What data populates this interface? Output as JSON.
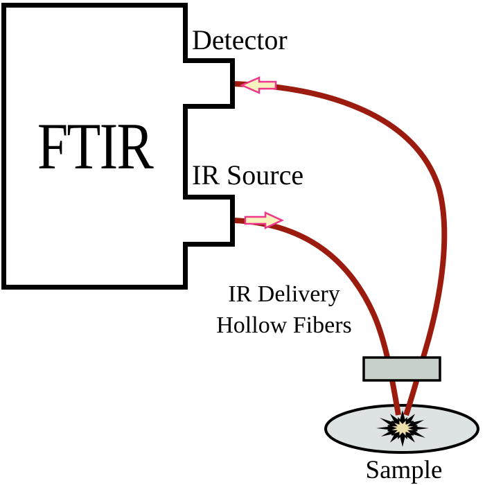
{
  "diagram": {
    "type": "schematic",
    "description_visible_only": "FTIR fiber-optic sampling schematic"
  },
  "labels": {
    "ftir": "FTIR",
    "detector": "Detector",
    "ir_source": "IR Source",
    "fiber_line1": "IR Delivery",
    "fiber_line2": "Hollow Fibers",
    "sample": "Sample"
  },
  "colors": {
    "outline": "#000000",
    "box_fill": "#ffffff",
    "fiber": "#9B1C0F",
    "arrow_fill": "#F7F2BE",
    "arrow_stroke": "#F0368A",
    "lens_fill": "#C8D0CA",
    "dish_fill": "#DCE3E2",
    "dish_stroke": "#000000",
    "burst_outer": "#000000",
    "burst_inner": "#EDDFA9"
  }
}
